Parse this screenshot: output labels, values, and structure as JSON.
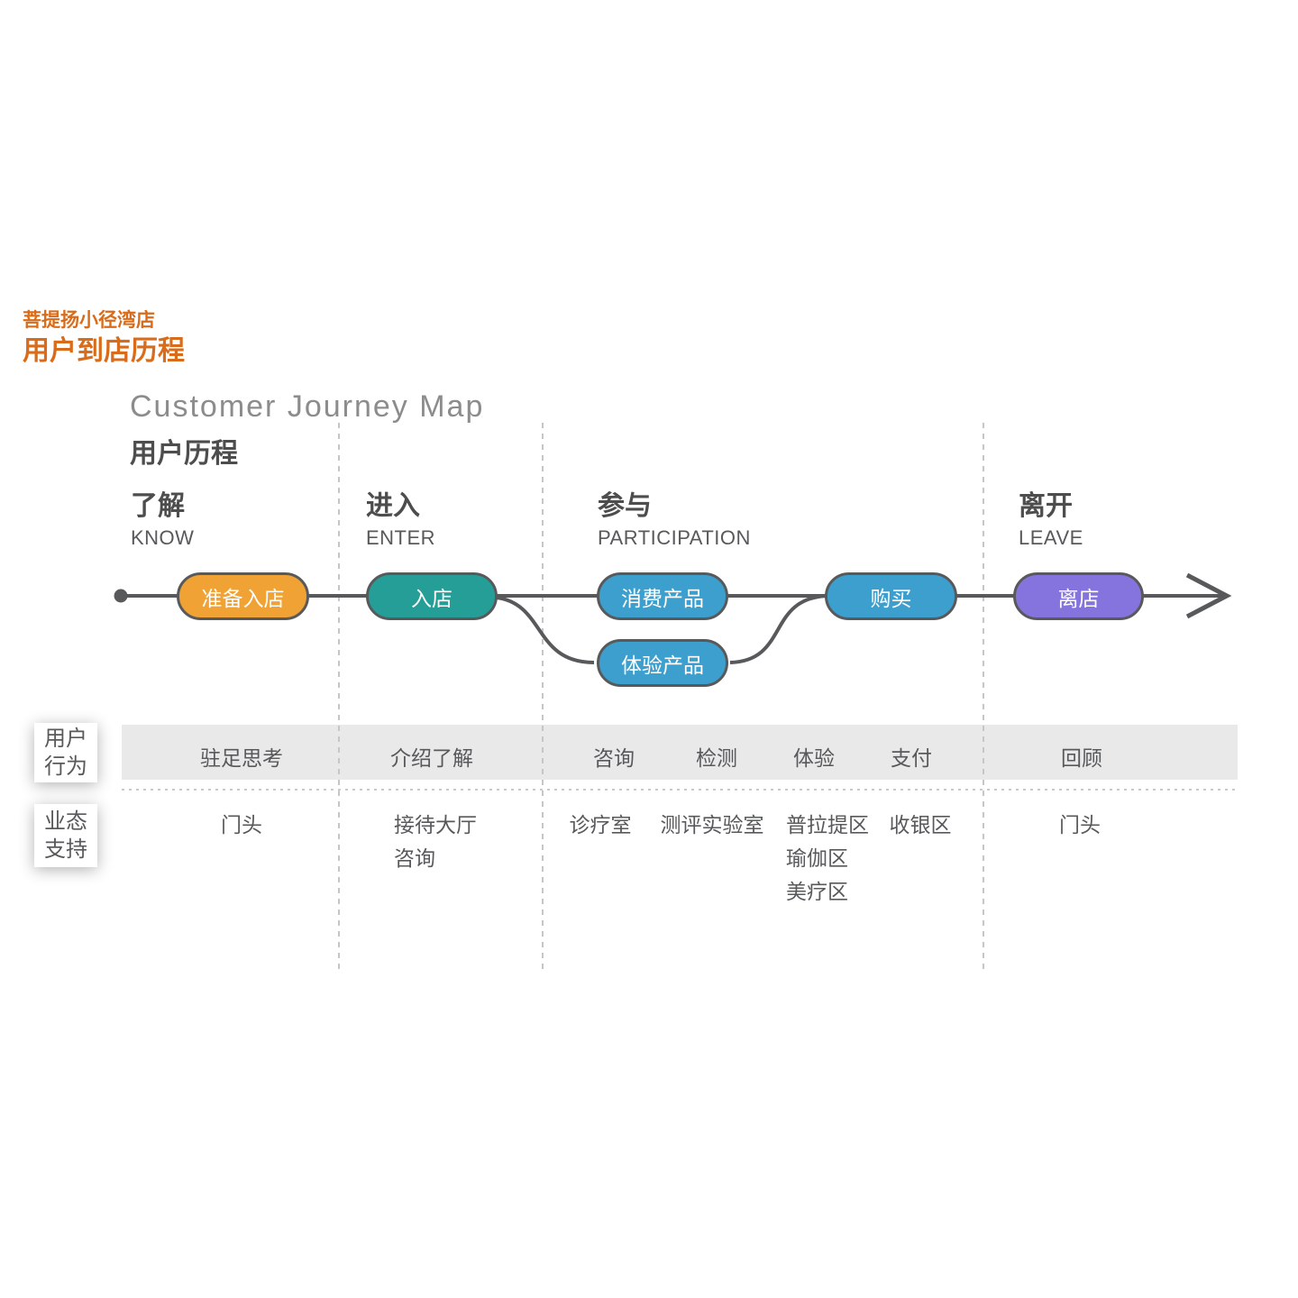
{
  "header": {
    "store_name": "菩提扬小径湾店",
    "page_title": "用户到店历程"
  },
  "map": {
    "title_en": "Customer Journey Map",
    "title_zh": "用户历程"
  },
  "stages": [
    {
      "zh": "了解",
      "en": "KNOW"
    },
    {
      "zh": "进入",
      "en": "ENTER"
    },
    {
      "zh": "参与",
      "en": "PARTICIPATION"
    },
    {
      "zh": "离开",
      "en": "LEAVE"
    }
  ],
  "journey": {
    "nodes": [
      {
        "label": "准备入店",
        "color": "#F0A235"
      },
      {
        "label": "入店",
        "color": "#259E98"
      },
      {
        "label": "消费产品",
        "color": "#3C9FCE"
      },
      {
        "label": "体验产品",
        "color": "#3C9FCE"
      },
      {
        "label": "购买",
        "color": "#3C9FCE"
      },
      {
        "label": "离店",
        "color": "#8574DE"
      }
    ]
  },
  "behavior_row": {
    "label": "用户\n行为",
    "items": [
      "驻足思考",
      "介绍了解",
      "咨询",
      "检测",
      "体验",
      "支付",
      "回顾"
    ]
  },
  "support_row": {
    "label": "业态\n支持",
    "items": [
      "门头",
      "接待大厅\n咨询",
      "诊疗室",
      "测评实验室",
      "普拉提区\n瑜伽区\n美疗区",
      "收银区",
      "门头"
    ]
  },
  "colors": {
    "accent_orange": "#D96C1A",
    "line": "#58595B",
    "band_bg": "#E9E9E9"
  }
}
